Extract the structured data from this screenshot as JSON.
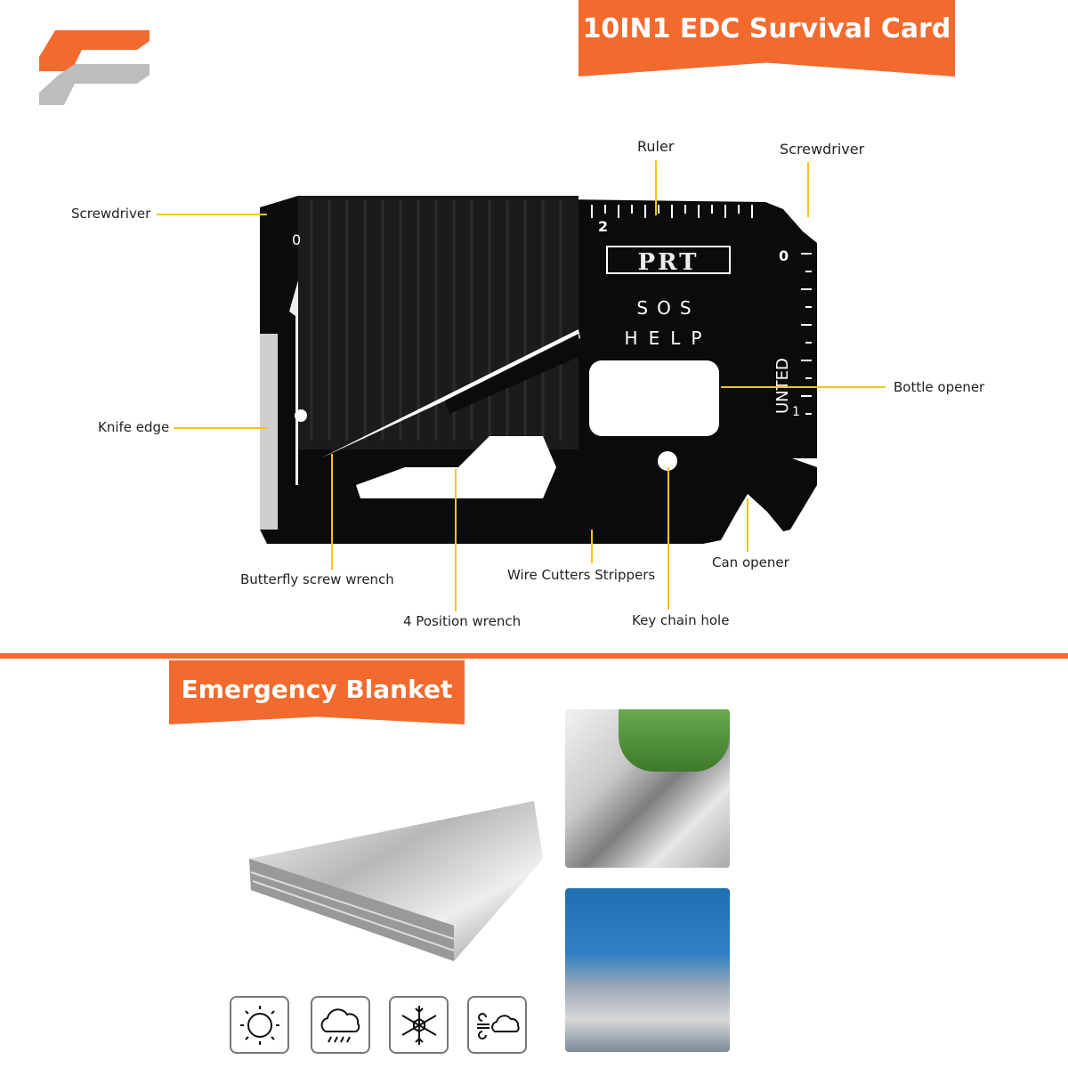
{
  "header": {
    "title": "10IN1 EDC Survival Card"
  },
  "card": {
    "brand": "PRT",
    "sos": "SOS",
    "help": "HELP",
    "side_text": "UNTED",
    "ruler_marks": [
      "2",
      "0",
      "0",
      "1"
    ]
  },
  "labels": {
    "ruler": "Ruler",
    "screwdriver_right": "Screwdriver",
    "screwdriver_left": "Screwdriver",
    "bottle_opener": "Bottle opener",
    "knife_edge": "Knife edge",
    "butterfly_wrench": "Butterfly screw wrench",
    "wire_cutters": "Wire Cutters Strippers",
    "can_opener": "Can opener",
    "position_wrench": "4 Position wrench",
    "key_chain_hole": "Key chain hole"
  },
  "blanket": {
    "title": "Emergency Blanket"
  },
  "weather_icons": [
    "sun-icon",
    "rain-cloud-icon",
    "snowflake-icon",
    "wind-cloud-icon"
  ],
  "colors": {
    "accent": "#f26a2e",
    "leader": "#f5c518",
    "logo_grey": "#bdbdbd"
  }
}
